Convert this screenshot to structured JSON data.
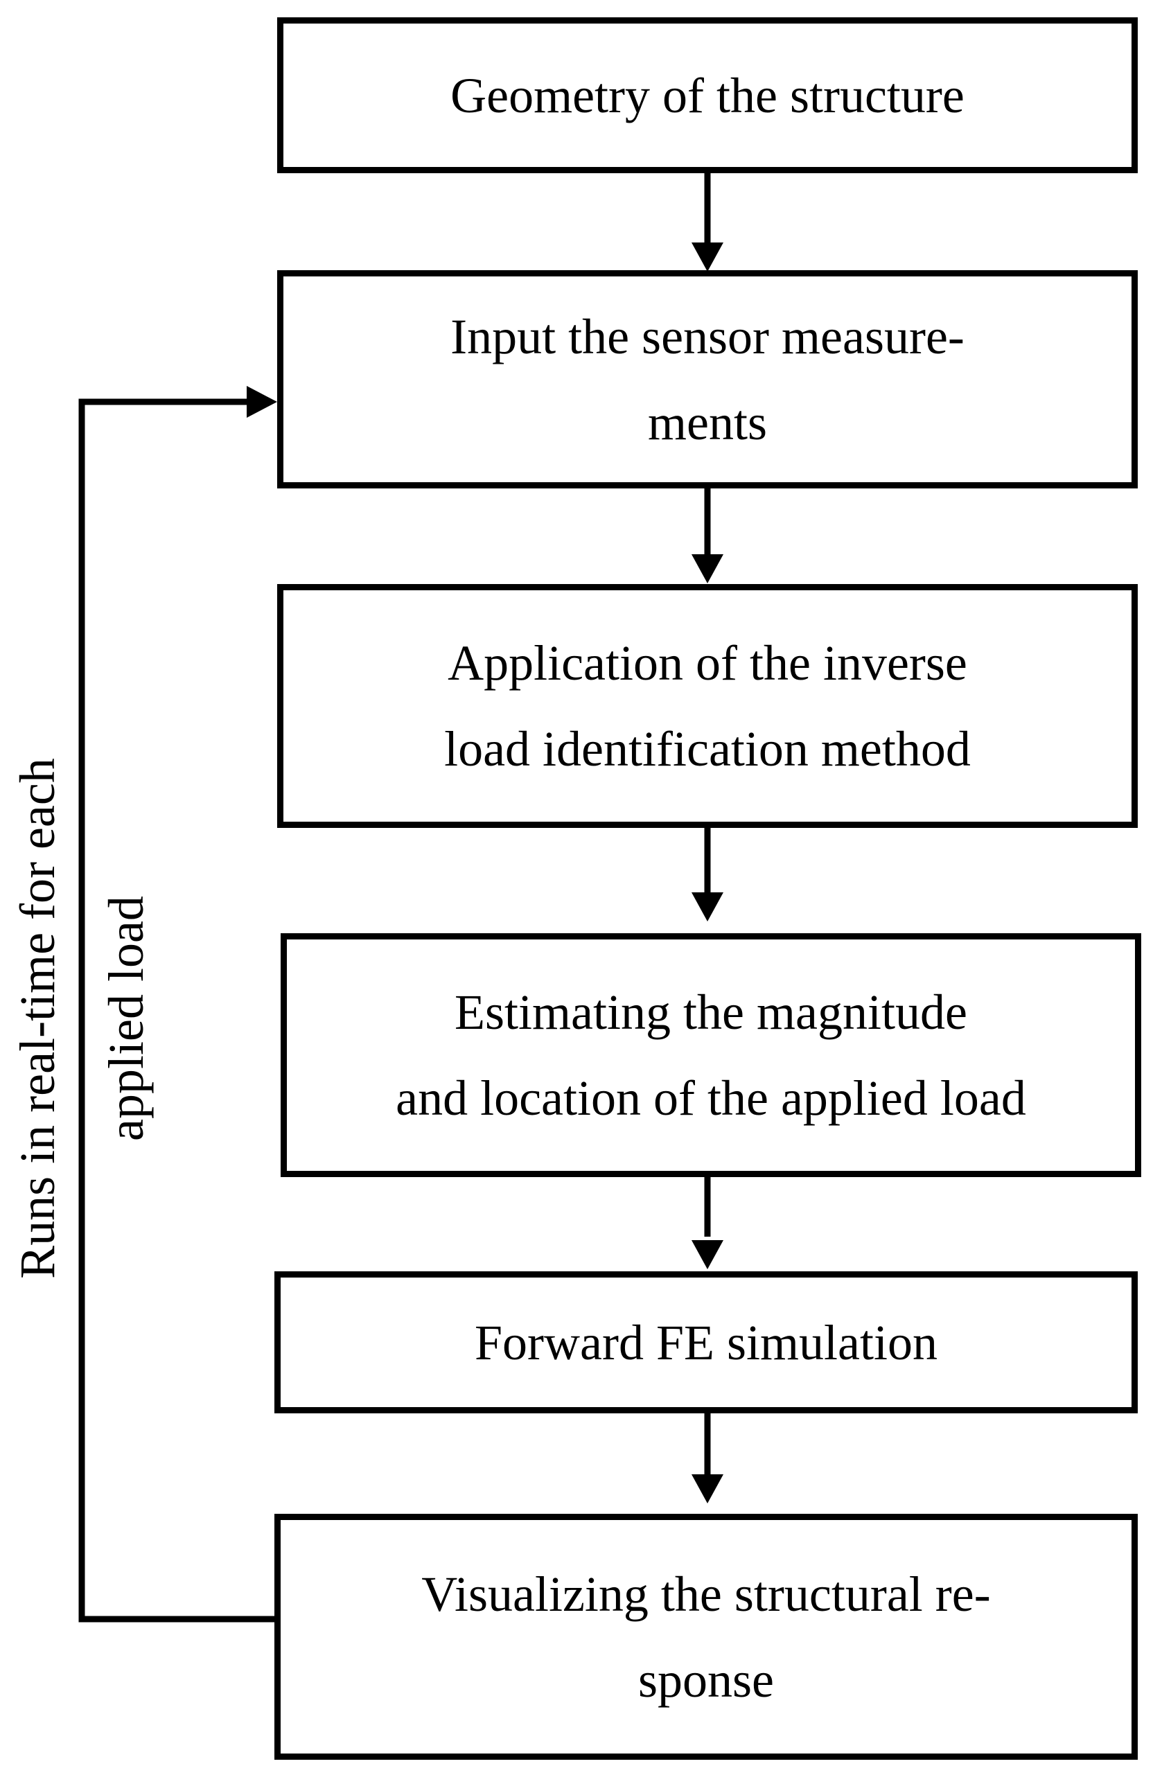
{
  "steps": [
    {
      "id": "geometry",
      "text": "Geometry of the structure"
    },
    {
      "id": "sensor",
      "text": "Input the sensor measure-\nments"
    },
    {
      "id": "inverse",
      "text": "Application of the inverse\nload identification method"
    },
    {
      "id": "estimate",
      "text": "Estimating the magnitude\nand location of the applied load"
    },
    {
      "id": "forward",
      "text": "Forward FE simulation"
    },
    {
      "id": "visualize",
      "text": "Visualizing the structural re-\nsponse"
    }
  ],
  "loop_label": "Runs in real-time for each\napplied load",
  "colors": {
    "stroke": "#000000",
    "background": "#ffffff"
  }
}
